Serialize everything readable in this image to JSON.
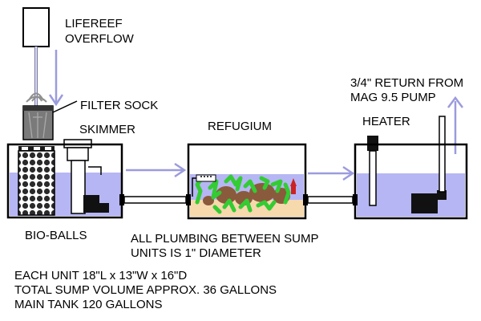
{
  "labels": {
    "overflow_line1": "LIFEREEF",
    "overflow_line2": "OVERFLOW",
    "filter_sock": "FILTER SOCK",
    "skimmer": "SKIMMER",
    "refugium": "REFUGIUM",
    "heater": "HEATER",
    "return_line1": "3/4\" RETURN FROM",
    "return_line2": "MAG 9.5 PUMP",
    "bio_balls": "BIO-BALLS",
    "plumbing_line1": "ALL PLUMBING BETWEEN SUMP",
    "plumbing_line2": "UNITS IS 1\" DIAMETER",
    "spec_line1": "EACH UNIT 18\"L x 13\"W x 16\"D",
    "spec_line2": "TOTAL SUMP VOLUME APPROX. 36 GALLONS",
    "spec_line3": "MAIN TANK 120 GALLONS"
  },
  "colors": {
    "water": "#b6b6f4",
    "flow_arrow": "#9b9bde",
    "sand": "#f6d9ad",
    "macroalgae": "#33cc33",
    "live_rock": "#8a5a3c",
    "outline": "#000000"
  }
}
